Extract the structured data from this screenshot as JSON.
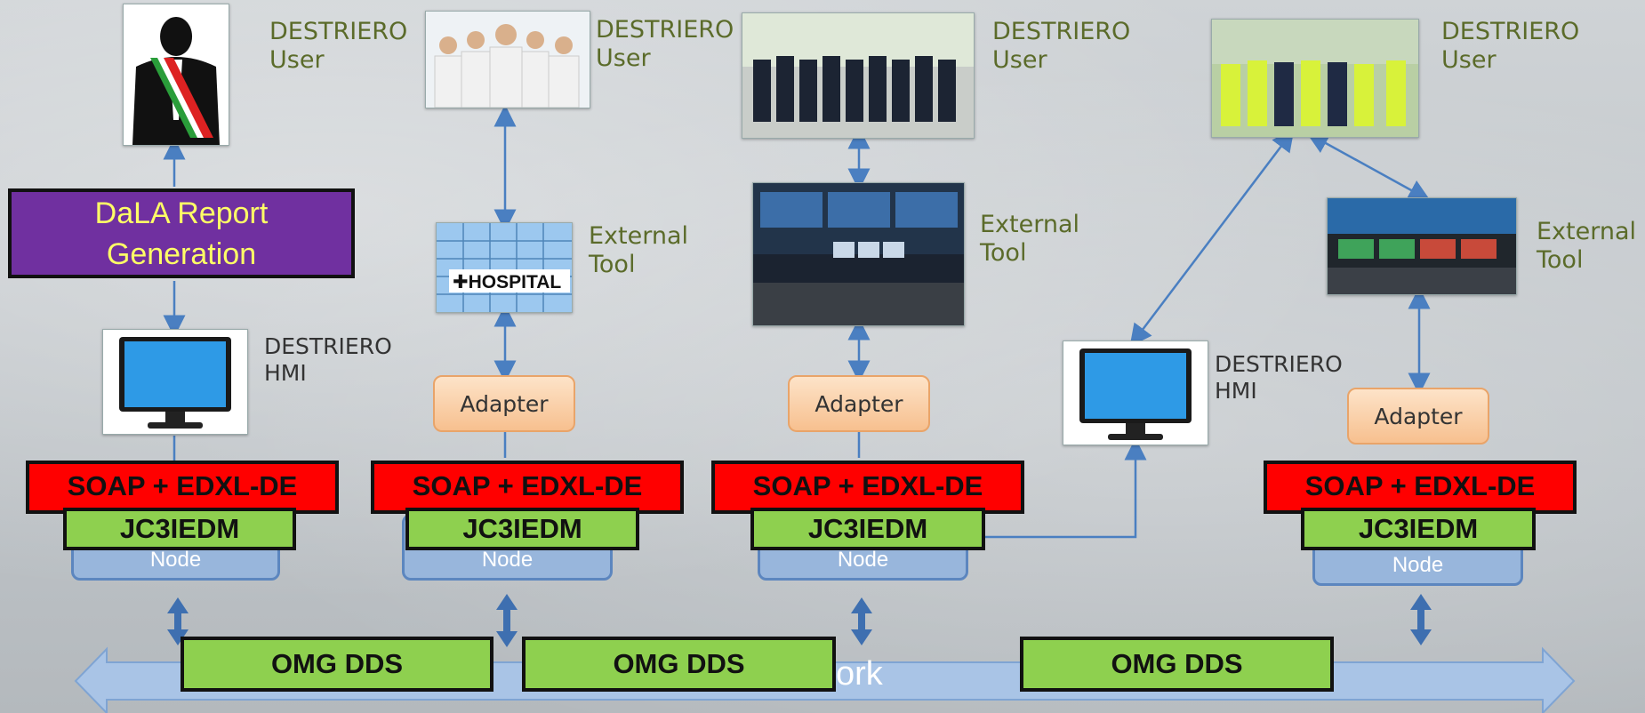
{
  "labels": {
    "destriero_user": "DESTRIERO\nUser",
    "external_tool": "External\nTool",
    "destriero_hmi": "DESTRIERO\nHMI",
    "hospital_sign": "✚HOSPITAL",
    "network_fragment": "ork"
  },
  "dala": {
    "line1": "DaLA Report",
    "line2": "Generation"
  },
  "adapter_label": "Adapter",
  "node_label": "Node",
  "soap_label": "SOAP + EDXL-DE",
  "jc3_label": "JC3IEDM",
  "dds_label": "OMG DDS",
  "colors": {
    "arrow": "#4a7fc1",
    "soap": "#ff0000",
    "jc3": "#8ed04f",
    "dala": "#7030a0",
    "dala_text": "#ffff66",
    "network": "#a9c4e6"
  }
}
